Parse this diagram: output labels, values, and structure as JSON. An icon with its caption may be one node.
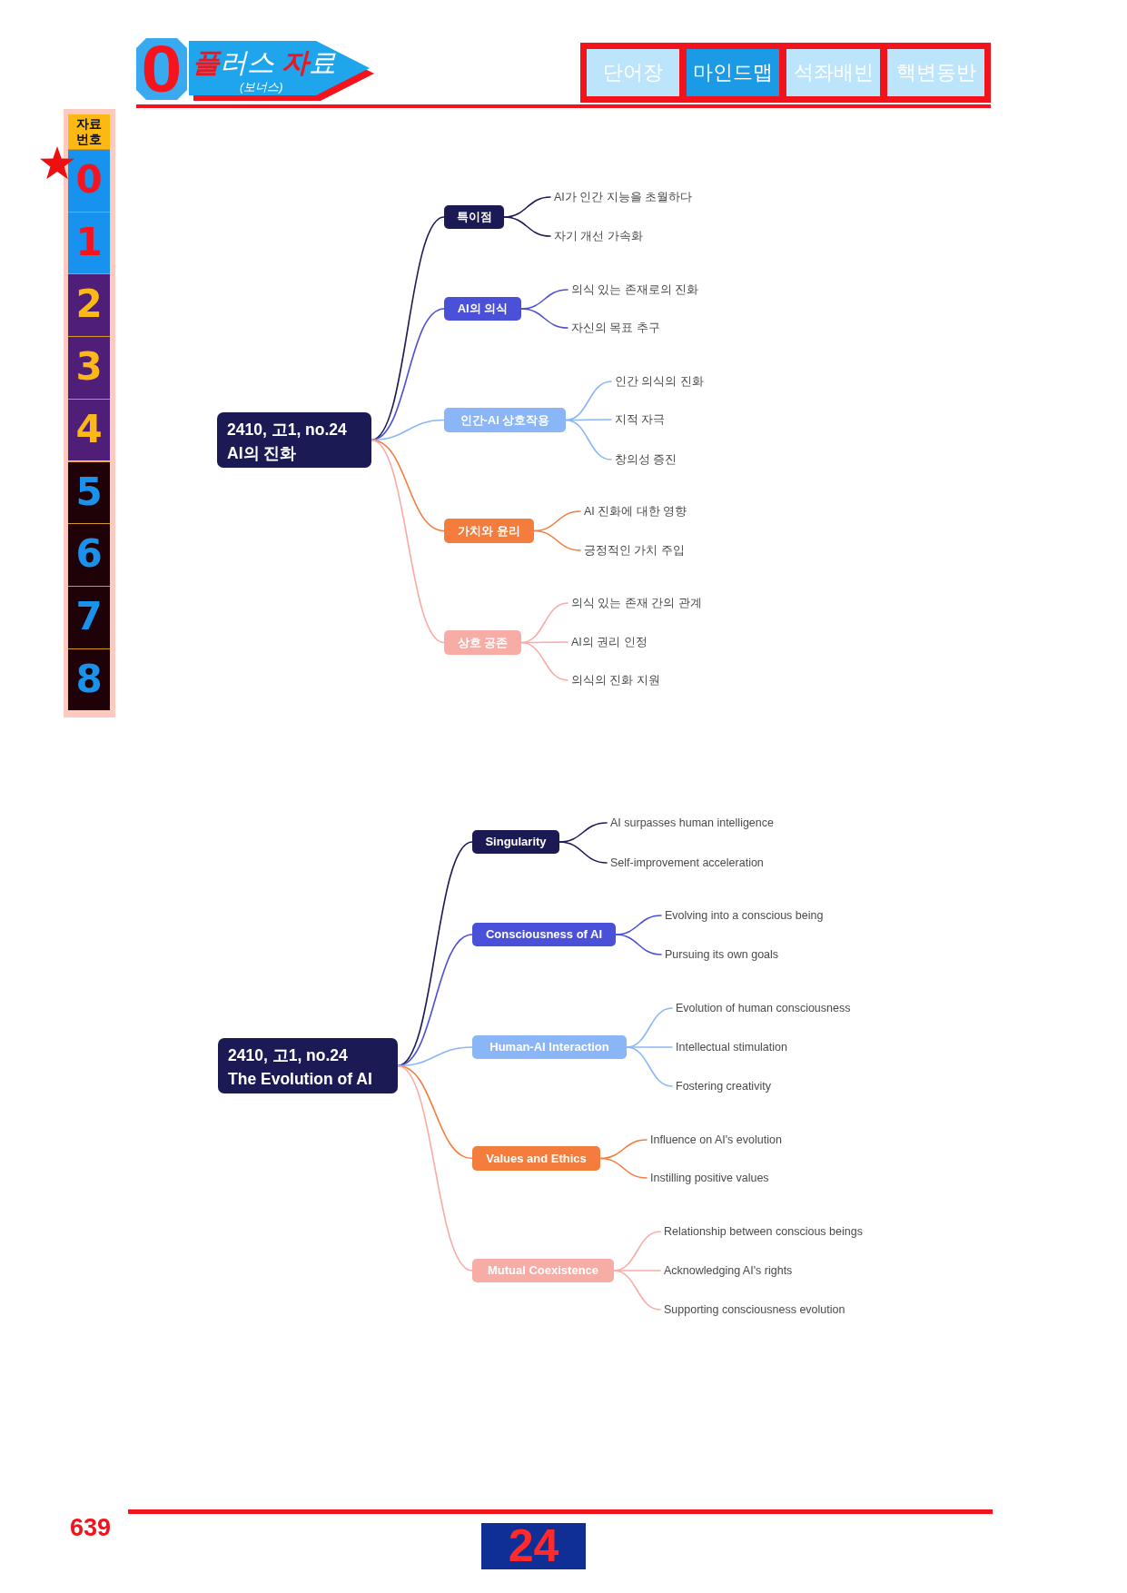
{
  "diagram": {
    "nodes": [
      {
        "text": [
          "0"
        ]
      },
      {
        "text": [
          "플러스 자료",
          "(보너스)"
        ]
      },
      {
        "text": [
          "단어장"
        ]
      },
      {
        "text": [
          "마인드맵"
        ]
      },
      {
        "text": [
          "석좌배빈"
        ]
      },
      {
        "text": [
          "핵변동반"
        ]
      },
      {
        "text": [
          "자료 번호"
        ]
      },
      {
        "text": [
          "0"
        ]
      },
      {
        "text": [
          "1"
        ]
      },
      {
        "text": [
          "2"
        ]
      },
      {
        "text": [
          "3"
        ]
      },
      {
        "text": [
          "4"
        ]
      },
      {
        "text": [
          "5"
        ]
      },
      {
        "text": [
          "6"
        ]
      },
      {
        "text": [
          "7"
        ]
      },
      {
        "text": [
          "8"
        ]
      },
      {
        "text": [
          "2410, 고1, no.24",
          "AI의 진화"
        ]
      },
      {
        "text": [
          "특이점"
        ]
      },
      {
        "text": [
          "AI가 인간 지능을 초월하다"
        ]
      },
      {
        "text": [
          "자기 개선 가속화"
        ]
      },
      {
        "text": [
          "AI의 의식"
        ]
      },
      {
        "text": [
          "의식 있는 존재로의 진화"
        ]
      },
      {
        "text": [
          "자신의 목표 추구"
        ]
      },
      {
        "text": [
          "인간-AI 상호작용"
        ]
      },
      {
        "text": [
          "인간 의식의 진화"
        ]
      },
      {
        "text": [
          "지적 자극"
        ]
      },
      {
        "text": [
          "창의성 증진"
        ]
      },
      {
        "text": [
          "가치와 윤리"
        ]
      },
      {
        "text": [
          "AI 진화에 대한 영향"
        ]
      },
      {
        "text": [
          "긍정적인 가치 주입"
        ]
      },
      {
        "text": [
          "상호 공존"
        ]
      },
      {
        "text": [
          "의식 있는 존재 간의 관계"
        ]
      },
      {
        "text": [
          "AI의 권리 인정"
        ]
      },
      {
        "text": [
          "의식의 진화 지원"
        ]
      },
      {
        "text": [
          "2410, 고1, no.24",
          "The Evolution of AI"
        ]
      },
      {
        "text": [
          "Singularity"
        ]
      },
      {
        "text": [
          "AI surpasses human intelligence"
        ]
      },
      {
        "text": [
          "Self-improvement acceleration"
        ]
      },
      {
        "text": [
          "Consciousness of AI"
        ]
      },
      {
        "text": [
          "Evolving into a conscious being"
        ]
      },
      {
        "text": [
          "Pursuing its own goals"
        ]
      },
      {
        "text": [
          "Human-AI Interaction"
        ]
      },
      {
        "text": [
          "Evolution of human consciousness"
        ]
      },
      {
        "text": [
          "Intellectual stimulation"
        ]
      },
      {
        "text": [
          "Fostering creativity"
        ]
      },
      {
        "text": [
          "Values and Ethics"
        ]
      },
      {
        "text": [
          "Influence on AI's evolution"
        ]
      },
      {
        "text": [
          "Instilling positive values"
        ]
      },
      {
        "text": [
          "Mutual Coexistence"
        ]
      },
      {
        "text": [
          "Relationship between conscious beings"
        ]
      },
      {
        "text": [
          "Acknowledging AI's rights"
        ]
      },
      {
        "text": [
          "Supporting consciousness evolution"
        ]
      },
      {
        "text": [
          "24"
        ]
      }
    ],
    "edges": [
      {
        "from": 16,
        "to": 17,
        "arrow": "none",
        "color": "#1b1a55"
      },
      {
        "from": 17,
        "to": 18,
        "arrow": "none",
        "color": "#1b1a55"
      },
      {
        "from": 17,
        "to": 19,
        "arrow": "none",
        "color": "#1b1a55"
      },
      {
        "from": 16,
        "to": 20,
        "arrow": "none",
        "color": "#4b50d8"
      },
      {
        "from": 20,
        "to": 21,
        "arrow": "none",
        "color": "#4b50d8"
      },
      {
        "from": 20,
        "to": 22,
        "arrow": "none",
        "color": "#4b50d8"
      },
      {
        "from": 16,
        "to": 23,
        "arrow": "none",
        "color": "#8ab6f8"
      },
      {
        "from": 23,
        "to": 24,
        "arrow": "none",
        "color": "#8ab6f8"
      },
      {
        "from": 23,
        "to": 25,
        "arrow": "none",
        "color": "#8ab6f8"
      },
      {
        "from": 23,
        "to": 26,
        "arrow": "none",
        "color": "#8ab6f8"
      },
      {
        "from": 16,
        "to": 27,
        "arrow": "none",
        "color": "#f47c3c"
      },
      {
        "from": 27,
        "to": 28,
        "arrow": "none",
        "color": "#f47c3c"
      },
      {
        "from": 27,
        "to": 29,
        "arrow": "none",
        "color": "#f47c3c"
      },
      {
        "from": 16,
        "to": 30,
        "arrow": "none",
        "color": "#f8aca6"
      },
      {
        "from": 30,
        "to": 31,
        "arrow": "none",
        "color": "#f8aca6"
      },
      {
        "from": 30,
        "to": 32,
        "arrow": "none",
        "color": "#f8aca6"
      },
      {
        "from": 30,
        "to": 33,
        "arrow": "none",
        "color": "#f8aca6"
      },
      {
        "from": 34,
        "to": 35,
        "arrow": "none",
        "color": "#1b1a55"
      },
      {
        "from": 35,
        "to": 36,
        "arrow": "none",
        "color": "#1b1a55"
      },
      {
        "from": 35,
        "to": 37,
        "arrow": "none",
        "color": "#1b1a55"
      },
      {
        "from": 34,
        "to": 38,
        "arrow": "none",
        "color": "#4b50d8"
      },
      {
        "from": 38,
        "to": 39,
        "arrow": "none",
        "color": "#4b50d8"
      },
      {
        "from": 38,
        "to": 40,
        "arrow": "none",
        "color": "#4b50d8"
      },
      {
        "from": 34,
        "to": 41,
        "arrow": "none",
        "color": "#8ab6f8"
      },
      {
        "from": 41,
        "to": 42,
        "arrow": "none",
        "color": "#8ab6f8"
      },
      {
        "from": 41,
        "to": 43,
        "arrow": "none",
        "color": "#8ab6f8"
      },
      {
        "from": 41,
        "to": 44,
        "arrow": "none",
        "color": "#8ab6f8"
      },
      {
        "from": 34,
        "to": 45,
        "arrow": "none",
        "color": "#f47c3c"
      },
      {
        "from": 45,
        "to": 46,
        "arrow": "none",
        "color": "#f47c3c"
      },
      {
        "from": 45,
        "to": 47,
        "arrow": "none",
        "color": "#f47c3c"
      },
      {
        "from": 34,
        "to": 48,
        "arrow": "none",
        "color": "#f8aca6"
      },
      {
        "from": 48,
        "to": 49,
        "arrow": "none",
        "color": "#f8aca6"
      },
      {
        "from": 48,
        "to": 50,
        "arrow": "none",
        "color": "#f8aca6"
      },
      {
        "from": 48,
        "to": 51,
        "arrow": "none",
        "color": "#f8aca6"
      }
    ],
    "labels": [
      "639"
    ]
  }
}
